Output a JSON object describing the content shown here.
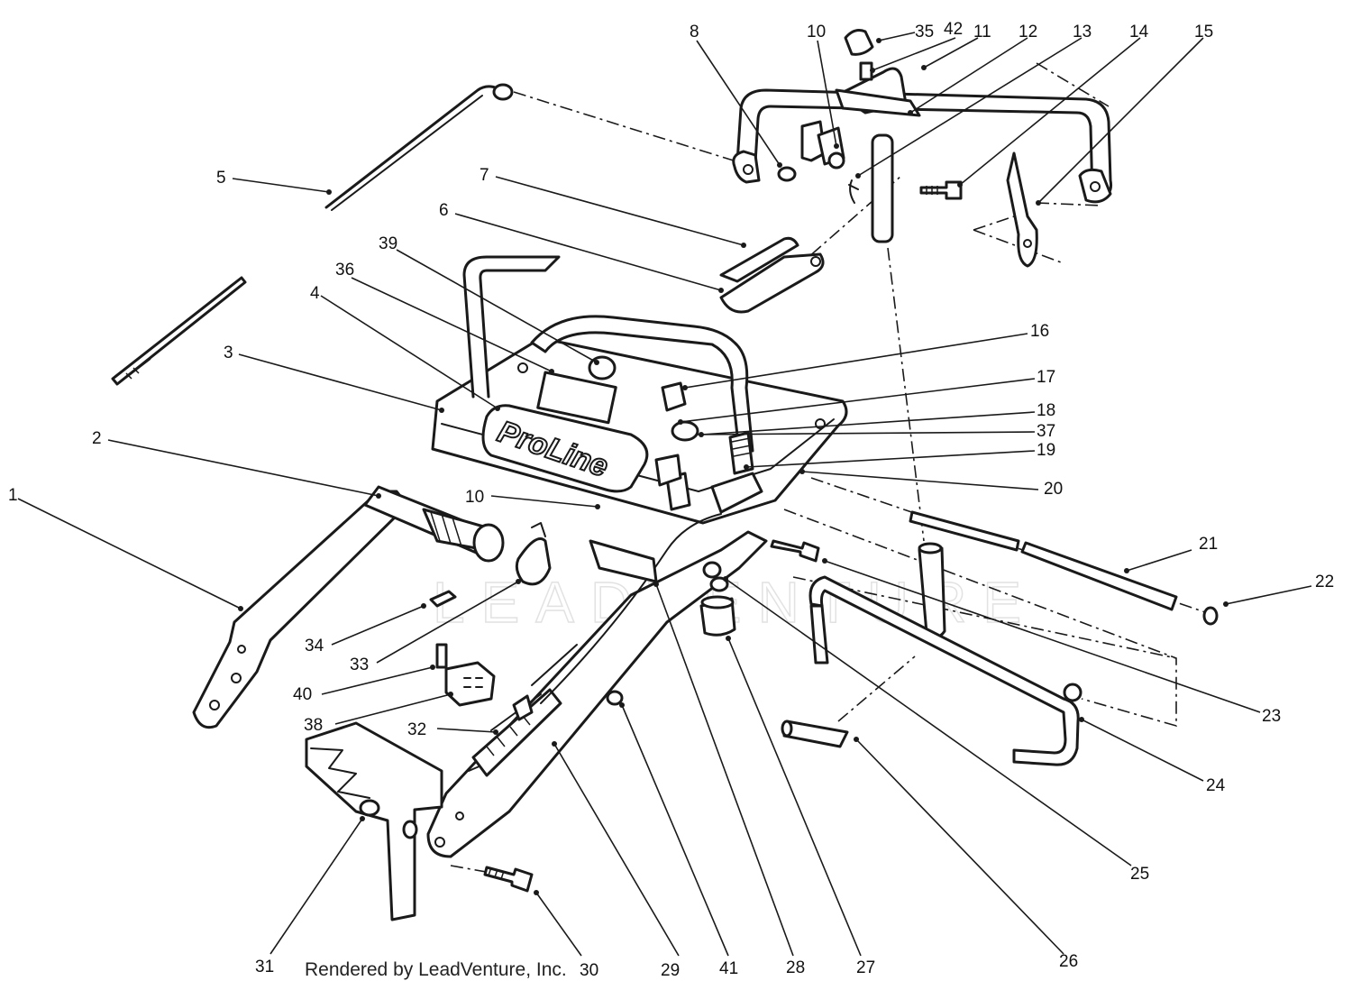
{
  "diagram": {
    "brand_logo": "ProLine",
    "watermark": "LEADVENTURE",
    "credit": "Rendered by LeadVenture, Inc.",
    "callouts": [
      {
        "id": "c1",
        "label": "1"
      },
      {
        "id": "c2",
        "label": "2"
      },
      {
        "id": "c3",
        "label": "3"
      },
      {
        "id": "c4",
        "label": "4"
      },
      {
        "id": "c5",
        "label": "5"
      },
      {
        "id": "c6",
        "label": "6"
      },
      {
        "id": "c7",
        "label": "7"
      },
      {
        "id": "c8",
        "label": "8"
      },
      {
        "id": "c10a",
        "label": "10"
      },
      {
        "id": "c35",
        "label": "35"
      },
      {
        "id": "c42",
        "label": "42"
      },
      {
        "id": "c11",
        "label": "11"
      },
      {
        "id": "c12",
        "label": "12"
      },
      {
        "id": "c13",
        "label": "13"
      },
      {
        "id": "c14",
        "label": "14"
      },
      {
        "id": "c15",
        "label": "15"
      },
      {
        "id": "c16",
        "label": "16"
      },
      {
        "id": "c17",
        "label": "17"
      },
      {
        "id": "c18",
        "label": "18"
      },
      {
        "id": "c37",
        "label": "37"
      },
      {
        "id": "c19",
        "label": "19"
      },
      {
        "id": "c20",
        "label": "20"
      },
      {
        "id": "c21",
        "label": "21"
      },
      {
        "id": "c22",
        "label": "22"
      },
      {
        "id": "c23",
        "label": "23"
      },
      {
        "id": "c24",
        "label": "24"
      },
      {
        "id": "c25",
        "label": "25"
      },
      {
        "id": "c26",
        "label": "26"
      },
      {
        "id": "c27",
        "label": "27"
      },
      {
        "id": "c28",
        "label": "28"
      },
      {
        "id": "c41",
        "label": "41"
      },
      {
        "id": "c29",
        "label": "29"
      },
      {
        "id": "c30",
        "label": "30"
      },
      {
        "id": "c31",
        "label": "31"
      },
      {
        "id": "c32",
        "label": "32"
      },
      {
        "id": "c38",
        "label": "38"
      },
      {
        "id": "c40",
        "label": "40"
      },
      {
        "id": "c33",
        "label": "33"
      },
      {
        "id": "c34",
        "label": "34"
      },
      {
        "id": "c10b",
        "label": "10"
      },
      {
        "id": "c39",
        "label": "39"
      },
      {
        "id": "c36",
        "label": "36"
      }
    ]
  }
}
